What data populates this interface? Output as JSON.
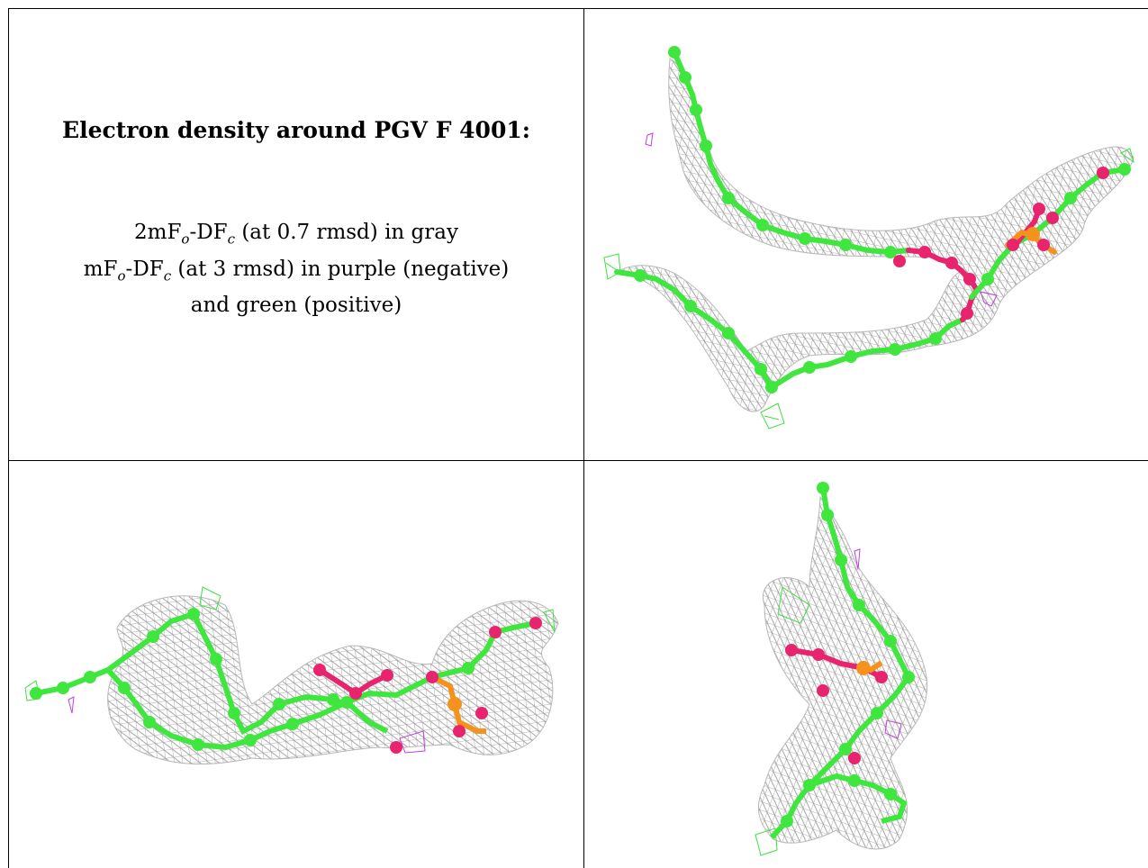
{
  "title": "Electron density around PGV F 4001:",
  "legend": {
    "line1": {
      "base1": "2mF",
      "sub1": "o",
      "mid": "-DF",
      "sub2": "c",
      "rest": " (at 0.7 rmsd) in gray"
    },
    "line2": {
      "base1": "mF",
      "sub1": "o",
      "mid": "-DF",
      "sub2": "c",
      "rest": " (at 3 rmsd) in purple (negative)"
    },
    "line3": "and green (positive)"
  },
  "colors": {
    "carbon": "#3ee63e",
    "oxygen": "#e8246e",
    "phosphorus": "#f5921e",
    "mesh_gray": "#9a9a9a",
    "diff_negative": "#c040e0",
    "diff_positive": "#40e040"
  },
  "views": [
    {
      "name": "view-top-right"
    },
    {
      "name": "view-bottom-left"
    },
    {
      "name": "view-bottom-right"
    }
  ]
}
